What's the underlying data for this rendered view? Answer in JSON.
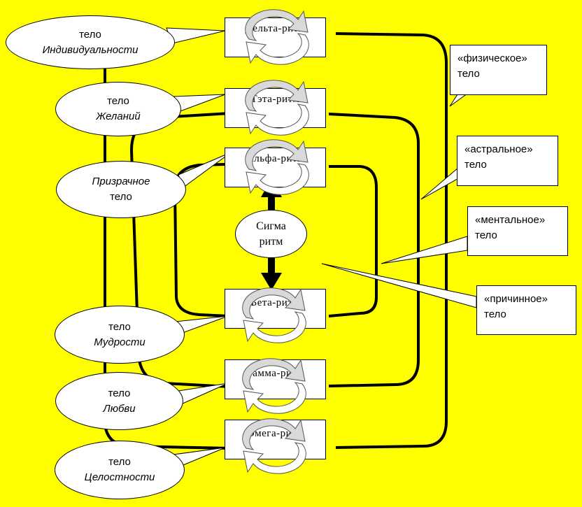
{
  "rhythms": {
    "delta": "Дельта-ритм",
    "theta": "Тэта-ритм",
    "alpha": "Альфа-ритм",
    "beta": "Бета-ритм",
    "gamma": "Гамма-ритм",
    "omega": "Омега-ритм"
  },
  "sigma": {
    "line1": "Сигма",
    "line2": "ритм"
  },
  "bodies": {
    "individuality": {
      "line1": "тело",
      "line2": "Индивидуальности"
    },
    "desires": {
      "line1": "тело",
      "line2": "Желаний"
    },
    "ghost": {
      "line1": "Призрачное",
      "line2": "тело"
    },
    "wisdom": {
      "line1": "тело",
      "line2": "Мудрости"
    },
    "love": {
      "line1": "тело",
      "line2": "Любви"
    },
    "integrity": {
      "line1": "тело",
      "line2": "Целостности"
    }
  },
  "callouts": {
    "physical": {
      "line1": "«физическое»",
      "line2": "тело"
    },
    "astral": {
      "line1": "«астральное»",
      "line2": "тело"
    },
    "mental": {
      "line1": "«ментальное»",
      "line2": "тело"
    },
    "causal": {
      "line1": "«причинное»",
      "line2": "тело"
    }
  },
  "colors": {
    "background": "#ffff00",
    "box": "#ffffff",
    "stroke": "#000000",
    "cycle_arrow": "#d9d9d9"
  }
}
